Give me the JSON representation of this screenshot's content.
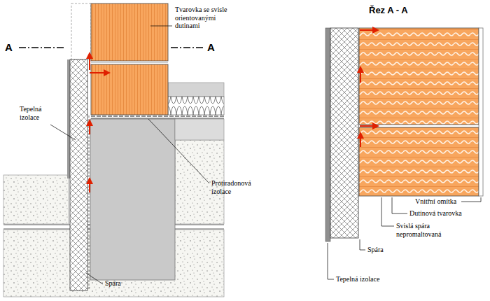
{
  "diagram": {
    "labels": [
      "Tvarovka se svisle orientovanými dutinami",
      "A",
      "A",
      "Tepelná izolace",
      "Protiradonová izolace",
      "Spára",
      "Řez A - A",
      "Vnitřní omítka",
      "Dutinová tvarovka",
      "Svislá spára nepromaltovaná",
      "Spára",
      "Tepelná izolace"
    ]
  }
}
